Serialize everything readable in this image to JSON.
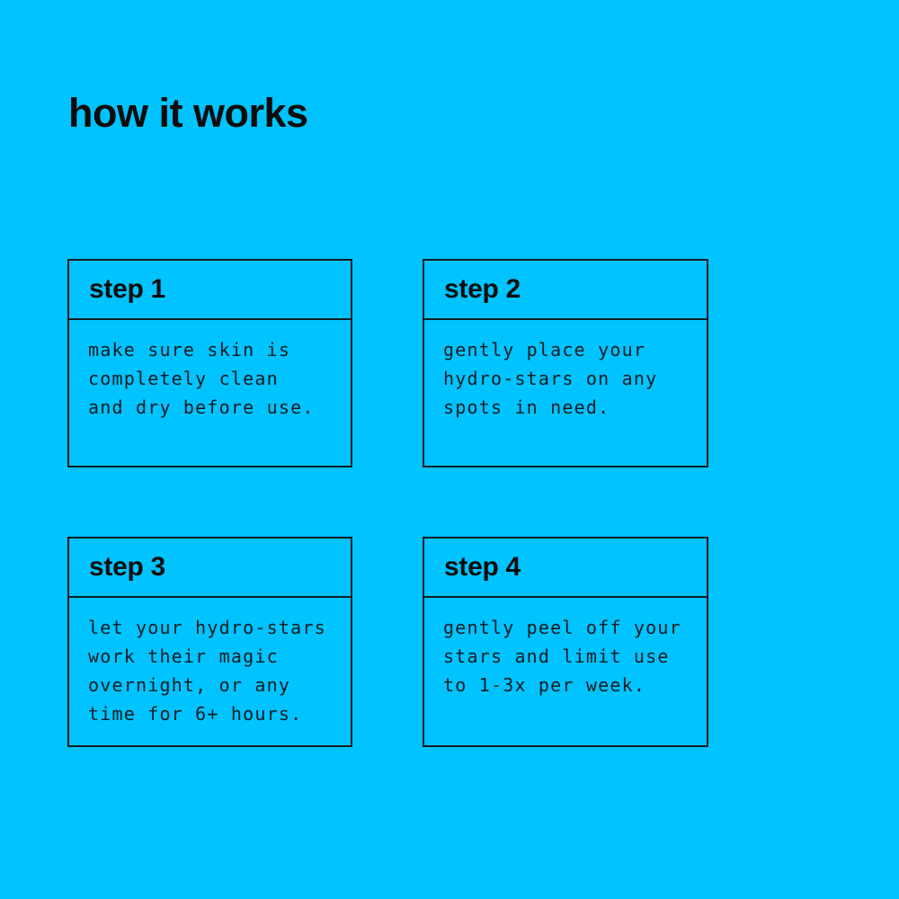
{
  "title": "how it works",
  "colors": {
    "background": "#00c3ff",
    "ink": "#131c22"
  },
  "steps": [
    {
      "label": "step 1",
      "body": "make sure skin is\ncompletely clean\nand dry before use."
    },
    {
      "label": "step 2",
      "body": "gently place your\nhydro-stars on any\nspots in need."
    },
    {
      "label": "step 3",
      "body": "let your hydro-stars\nwork their magic\novernight, or any\ntime for 6+ hours."
    },
    {
      "label": "step 4",
      "body": "gently peel off your\nstars and limit use\nto 1-3x per week."
    }
  ]
}
